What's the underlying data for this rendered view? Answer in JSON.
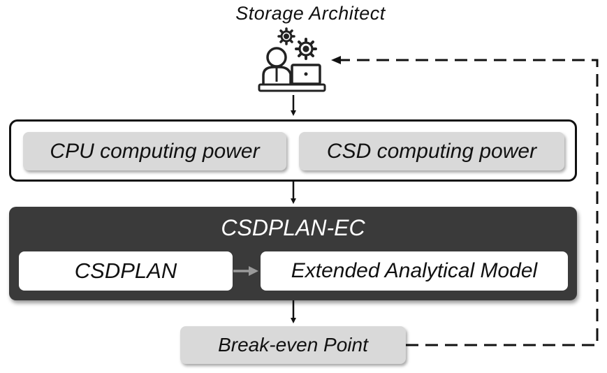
{
  "diagram": {
    "actor": {
      "label": "Storage Architect",
      "icon": "architect-with-gears-icon"
    },
    "resources": {
      "cpu_label": "CPU computing power",
      "csd_label": "CSD computing power"
    },
    "framework": {
      "title": "CSDPLAN-EC",
      "base_label": "CSDPLAN",
      "extension_label": "Extended Analytical Model"
    },
    "output": {
      "label": "Break-even Point"
    },
    "colors": {
      "framework_bg": "#3a3a3a",
      "pill_grey": "#d9d9d9",
      "internal_arrow": "#9a9a9a",
      "line": "#111111"
    }
  }
}
